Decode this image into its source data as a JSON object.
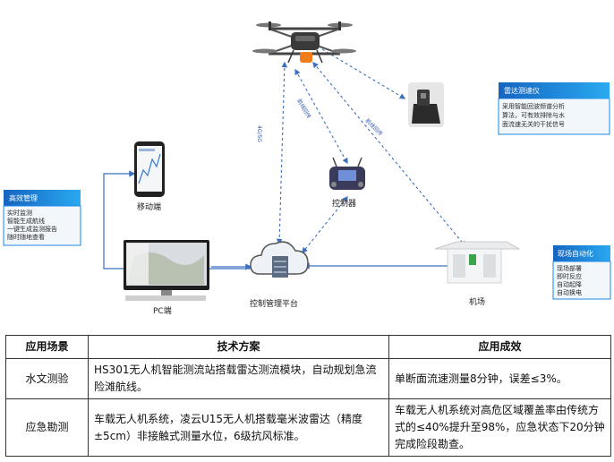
{
  "diagram": {
    "nodes": {
      "mobile": "移动端",
      "controller": "控制器",
      "pc": "PC端",
      "platform": "控制管理平台",
      "hangar": "机场"
    },
    "edges": {
      "drone_platform": "4G/5G",
      "drone_controller": "航线回传",
      "drone_hangar": "航线回传"
    },
    "panels": {
      "efficiency": {
        "title": "高效管理",
        "lines": [
          "实时监测",
          "智能生成航线",
          "一键生成监测报告",
          "随时随地查看"
        ]
      },
      "radar": {
        "title": "雷达测速仪",
        "lines": [
          "采用智能回波频谱分析",
          "算法，可有效排除与水",
          "面流速无关的干扰信号"
        ]
      },
      "automation": {
        "title": "现场自动化",
        "lines": [
          "现场部署",
          "即时反应",
          "自动起降",
          "自动换电"
        ]
      }
    },
    "colors": {
      "accent": "#1e88e5",
      "arrow": "#3b6fc0",
      "panel_bg": "#f2f7fc"
    }
  },
  "table": {
    "headers": [
      "应用场景",
      "技术方案",
      "应用成效"
    ],
    "rows": [
      {
        "scene": "水文测验",
        "tech": "HS301无人机智能测流站搭载雷达测流模块，自动规划急流险滩航线。",
        "effect": "单断面流速测量8分钟，误差≤3%。"
      },
      {
        "scene": "应急勘测",
        "tech": "车载无人机系统，凌云U15无人机搭载毫米波雷达（精度±5cm）非接触式测量水位，6级抗风标准。",
        "effect": "车载无人机系统对高危区域覆盖率由传统方式的≤40%提升至98%，应急状态下20分钟完成险段勘查。"
      }
    ]
  }
}
